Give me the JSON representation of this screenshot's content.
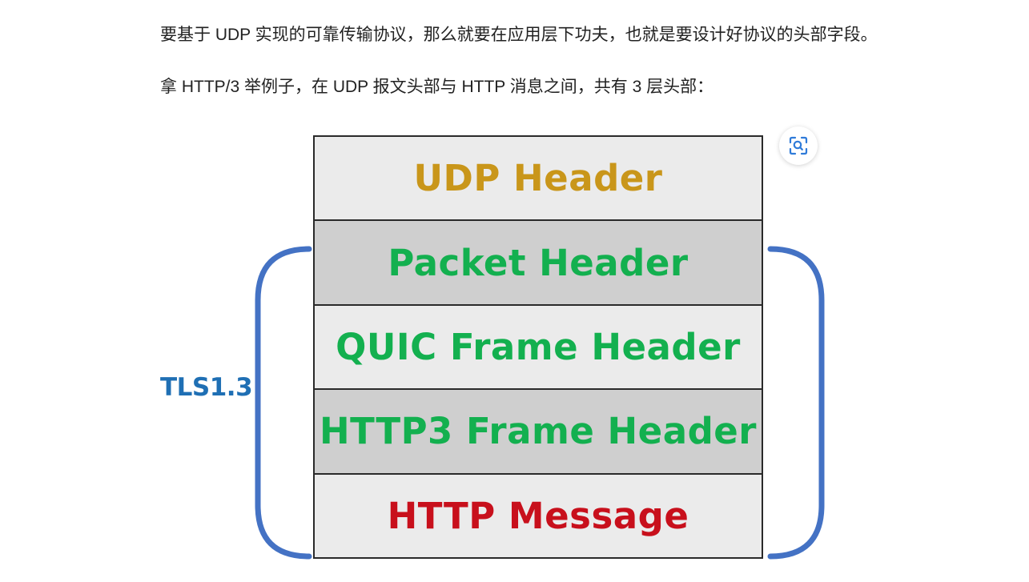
{
  "article": {
    "paragraph_1": "要基于 UDP 实现的可靠传输协议，那么就要在应用层下功夫，也就是要设计好协议的头部字段。",
    "paragraph_2": "拿 HTTP/3 举例子，在 UDP 报文头部与 HTTP 消息之间，共有 3 层头部："
  },
  "diagram": {
    "layers": [
      {
        "label": "UDP Header",
        "color": "#c9961a",
        "background": "light"
      },
      {
        "label": "Packet Header",
        "color": "#13b04f",
        "background": "dark"
      },
      {
        "label": "QUIC Frame Header",
        "color": "#13b04f",
        "background": "light"
      },
      {
        "label": "HTTP3 Frame Header",
        "color": "#13b04f",
        "background": "dark"
      },
      {
        "label": "HTTP Message",
        "color": "#c8101c",
        "background": "light"
      }
    ],
    "bracket_label": "TLS1.3",
    "bracket_color": "#4472c4"
  },
  "image_toolbar": {
    "zoom_icon": "zoom-scan-icon",
    "accent": "#2f7bd9"
  }
}
